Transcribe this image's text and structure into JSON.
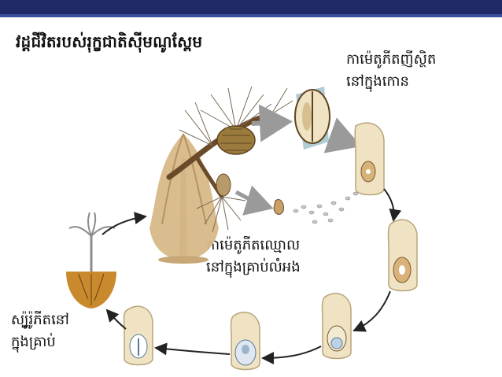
{
  "title": "វដ្តជីវិតរបស់រុក្ខជាតិស៊ីមណូស្ពែម",
  "labels": {
    "female_line1": "កាម៉េតូភីតញីស្ថិត",
    "female_line2": "នៅក្នុងកោន",
    "male_line1": "កាម៉េតូភីតឈ្មោល",
    "male_line2": "នៅក្នុងគ្រាប់លំអង",
    "sporophyte_line1": "ស្ប៉ូរ៉ូភីតនៅ",
    "sporophyte_line2": "ក្នុងគ្រាប់"
  },
  "colors": {
    "header": "#1f2a66",
    "arrow_gray": "#9a9a9a",
    "cycle_arrow": "#222222",
    "soil": "#c98a2e",
    "ovule": "#efe3c4",
    "cone": "#9b7a3d",
    "foliage": "#d8b989"
  }
}
